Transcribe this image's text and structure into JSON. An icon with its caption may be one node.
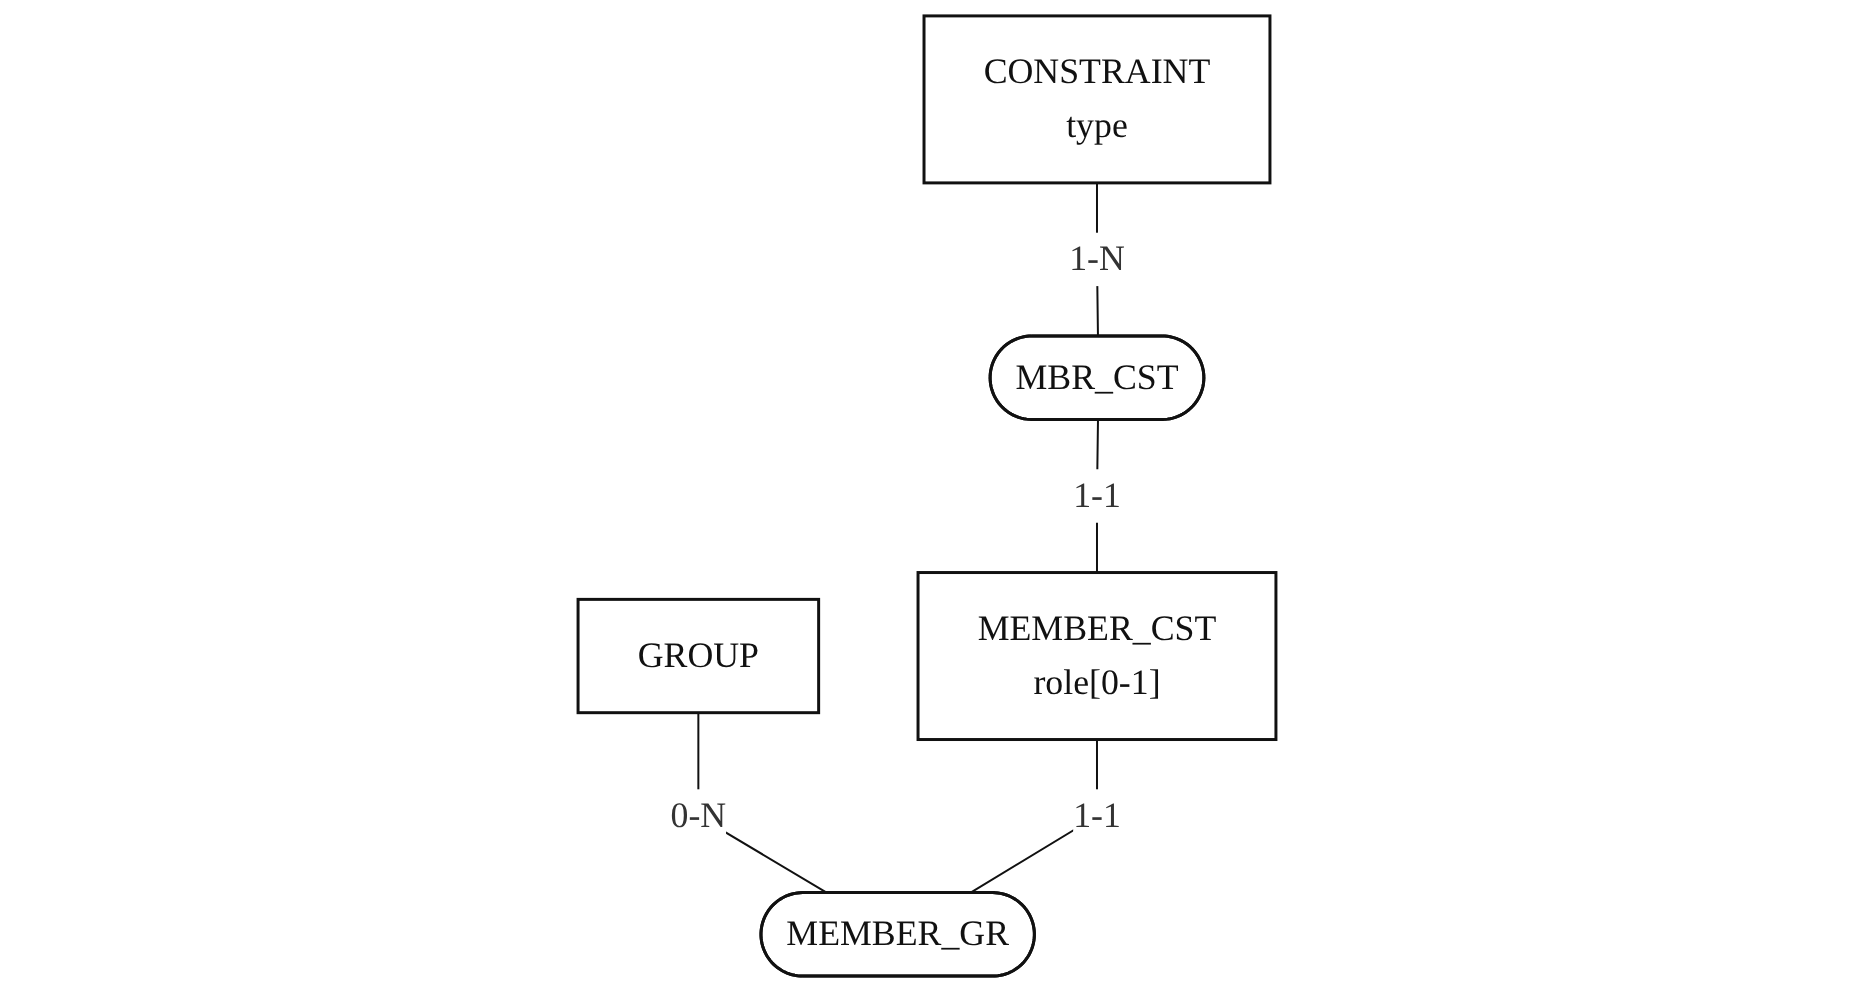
{
  "diagram": {
    "nodes": [
      {
        "text": [
          "CONSTRAINT",
          "type"
        ]
      },
      {
        "text": [
          "GROUP"
        ]
      },
      {
        "text": [
          "MBR_CST"
        ]
      },
      {
        "text": [
          "MEMBER_CST",
          "role[0-1]"
        ]
      },
      {
        "text": [
          "MEMBER_GR"
        ]
      }
    ],
    "edges": [
      {
        "from": 0,
        "to": 2,
        "arrow": "none",
        "label": "1-N"
      },
      {
        "from": 1,
        "to": 4,
        "arrow": "none",
        "label": "0-N"
      },
      {
        "from": 2,
        "to": 3,
        "arrow": "none",
        "label": "1-1"
      },
      {
        "from": 3,
        "to": 4,
        "arrow": "none",
        "label": "1-1"
      }
    ]
  }
}
